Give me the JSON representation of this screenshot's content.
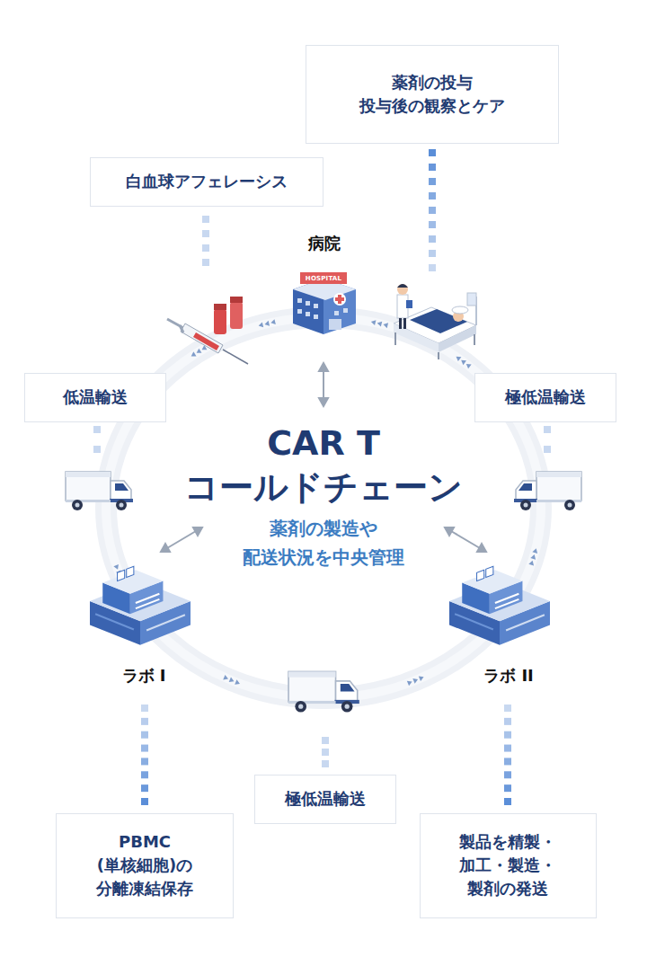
{
  "diagram": {
    "title": "CAR T コールドチェーン",
    "nodes": [
      {
        "text": [
          "薬剤の投与 投与後の観察とケア"
        ]
      },
      {
        "text": [
          "白血球アフェレーシス"
        ]
      },
      {
        "text": [
          "低温輸送"
        ]
      },
      {
        "text": [
          "極低温輸送"
        ]
      },
      {
        "text": [
          "PBMC (単核細胞)の 分離凍結保存"
        ]
      },
      {
        "text": [
          "極低温輸送"
        ]
      },
      {
        "text": [
          "製品を精製・ 加工・製造・ 製剤の発送"
        ]
      }
    ],
    "labels": [
      "病院",
      "HOSPITAL",
      "薬剤の製造や 配送状況を中央管理",
      "ラボ I",
      "ラボ II"
    ]
  }
}
